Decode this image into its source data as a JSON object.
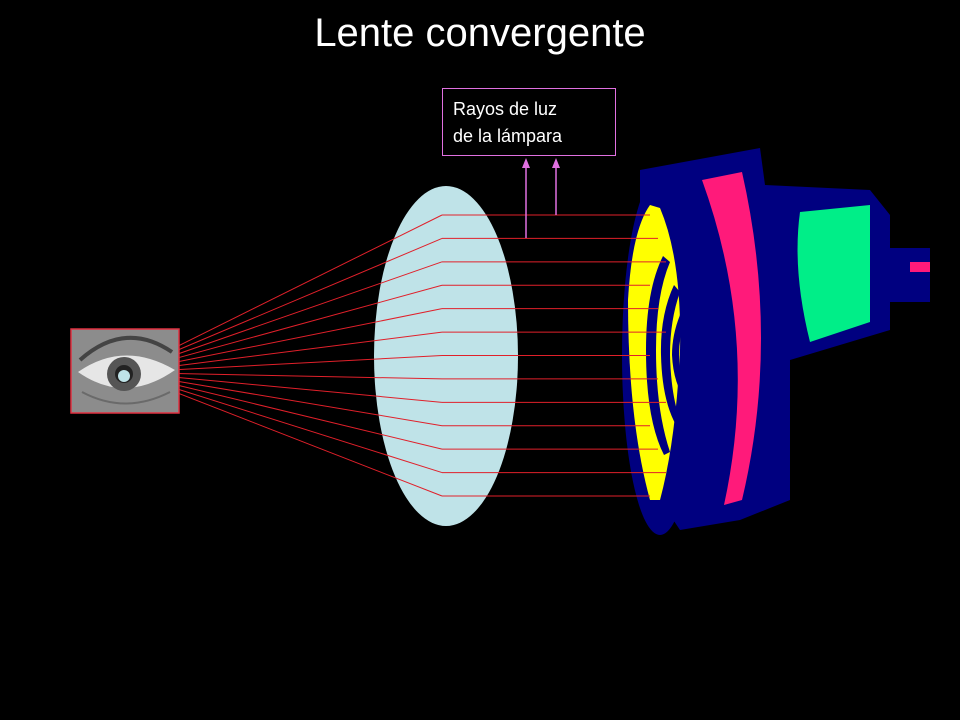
{
  "title": "Lente convergente",
  "annotation": {
    "lines": [
      "Rayos de luz",
      "de la lámpara"
    ]
  },
  "icons": {
    "eye": "eye-photo-icon",
    "lens": "convex-lens-icon",
    "lamp": "lamp-icon"
  },
  "colors": {
    "background": "#000000",
    "ray": "#e0202a",
    "lens": "#bfe3e8",
    "lamp_body": "#000080",
    "lamp_reflector": "#ffff00",
    "lamp_ring": "#ff1a7a",
    "lamp_window": "#00ee88",
    "annotation_border": "#e070e0",
    "annotation_arrow": "#e070e0"
  },
  "ray_count": 13
}
